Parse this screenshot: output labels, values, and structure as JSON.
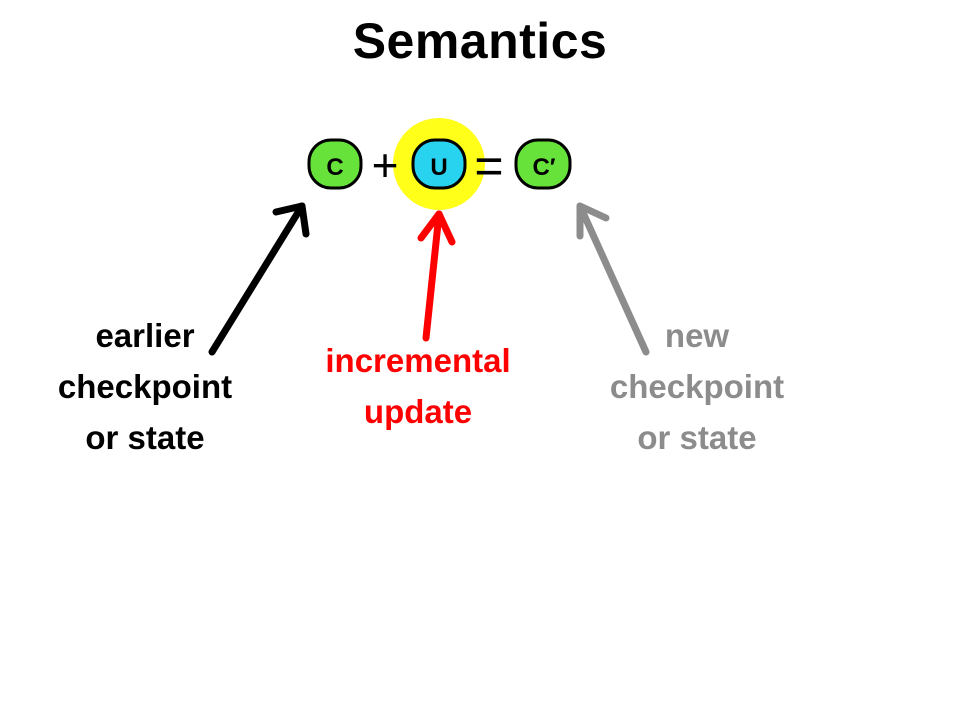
{
  "title": "Semantics",
  "equation": {
    "left_node": "C",
    "plus": "+",
    "middle_node": "U",
    "equals": "=",
    "right_node": "C′"
  },
  "labels": {
    "earlier": [
      "earlier",
      "checkpoint",
      "or state"
    ],
    "incremental": [
      "incremental",
      "update"
    ],
    "new": [
      "new",
      "checkpoint",
      "or state"
    ]
  },
  "colors": {
    "node_green": "#66e23a",
    "node_cyan": "#27d3ee",
    "highlight_yellow": "#ffff1a",
    "arrow_black": "#000000",
    "arrow_red": "#ff0000",
    "arrow_gray": "#8c8c8c"
  }
}
